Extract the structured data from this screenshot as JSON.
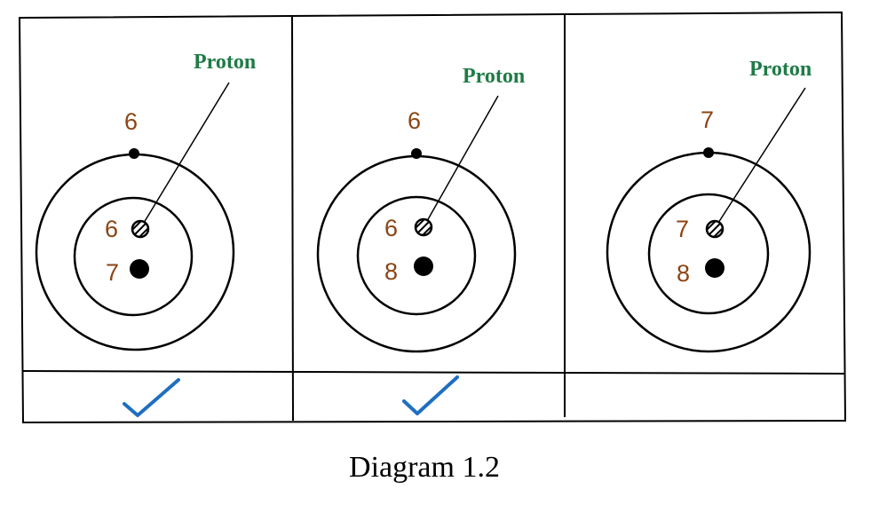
{
  "caption": "Diagram 1.2",
  "colors": {
    "number": "#8b4513",
    "proton_label": "#1e7b45",
    "tick": "#1f6fc0",
    "line": "#000000"
  },
  "atoms": [
    {
      "proton_label": "Proton",
      "electron_count": "6",
      "proton_count": "6",
      "neutron_count": "7",
      "checked": true,
      "tick_icon": "checkmark-icon"
    },
    {
      "proton_label": "Proton",
      "electron_count": "6",
      "proton_count": "6",
      "neutron_count": "8",
      "checked": true,
      "tick_icon": "checkmark-icon"
    },
    {
      "proton_label": "Proton",
      "electron_count": "7",
      "proton_count": "7",
      "neutron_count": "8",
      "checked": false,
      "tick_icon": "checkmark-icon"
    }
  ]
}
